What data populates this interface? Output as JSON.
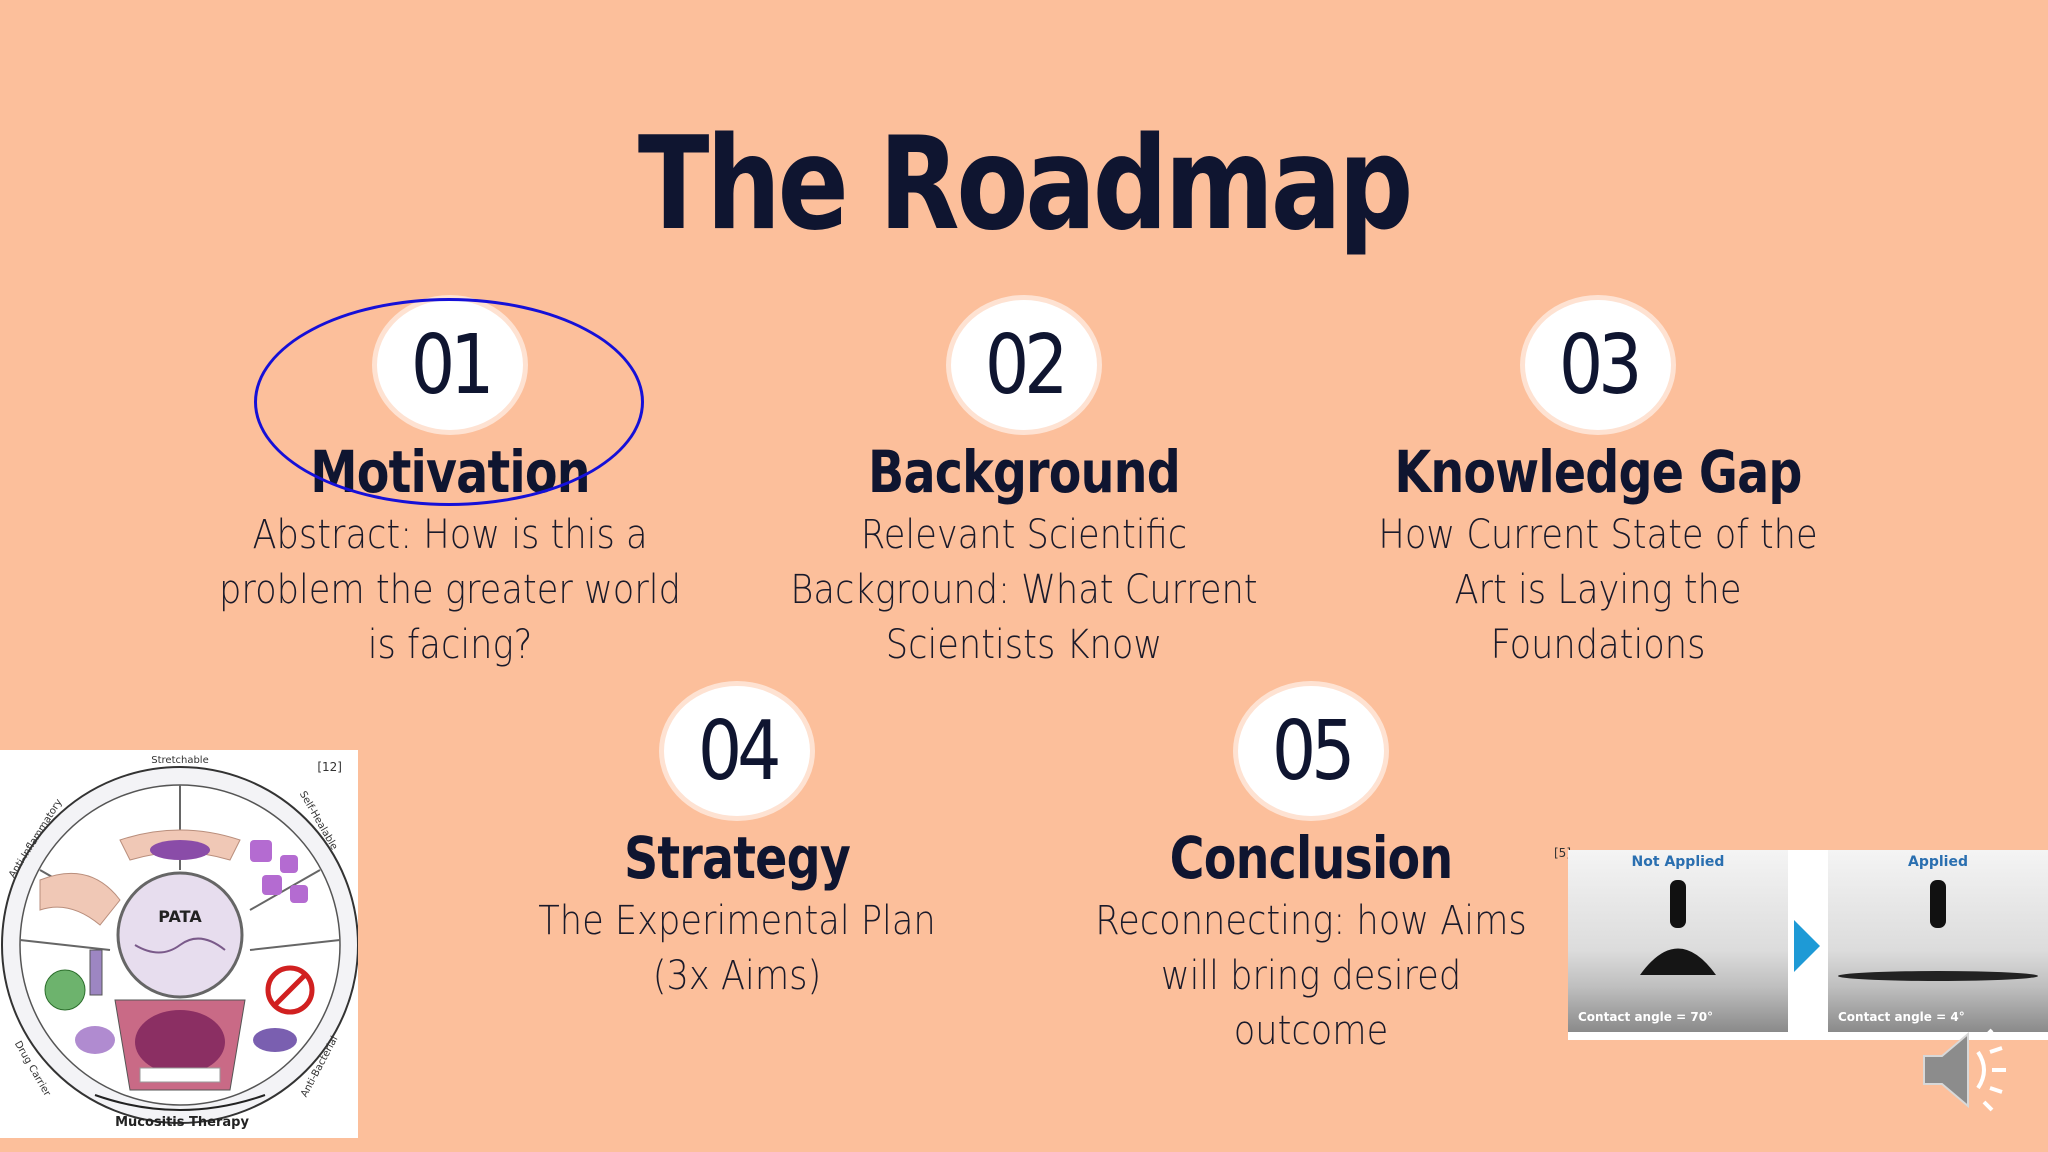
{
  "title": "The Roadmap",
  "items": [
    {
      "num": "01",
      "heading": "Motivation",
      "lines": [
        "Abstract: How is this a",
        "problem the greater world",
        "is facing?"
      ]
    },
    {
      "num": "02",
      "heading": "Background",
      "lines": [
        "Relevant Scientific",
        "Background: What Current",
        "Scientists Know"
      ]
    },
    {
      "num": "03",
      "heading": "Knowledge Gap",
      "lines": [
        "How Current State of the",
        "Art is Laying the",
        "Foundations"
      ]
    },
    {
      "num": "04",
      "heading": "Strategy",
      "lines": [
        "The Experimental Plan",
        "(3x Aims)"
      ]
    },
    {
      "num": "05",
      "heading": "Conclusion",
      "lines": [
        "Reconnecting: how Aims",
        "will bring desired",
        "outcome"
      ]
    }
  ],
  "left_figure": {
    "citation": "[12]",
    "center_label": "PATA",
    "ring_labels": [
      "Stretchable",
      "Self-Healable",
      "Anti-Bacterial",
      "Drug Carrier",
      "Anti-Inflammatory"
    ],
    "bottom_label": "Mucositis Therapy"
  },
  "right_figure": {
    "citation": "[5]",
    "left_label": "Not Applied",
    "right_label": "Applied",
    "left_caption": "Contact angle = 70°",
    "right_caption": "Contact angle = 4°"
  },
  "colors": {
    "background": "#fcbf9b",
    "text": "#0f1530",
    "annotation": "#1510d8",
    "arrow": "#1e9ad6"
  },
  "icons": {
    "speaker": "speaker-icon"
  }
}
